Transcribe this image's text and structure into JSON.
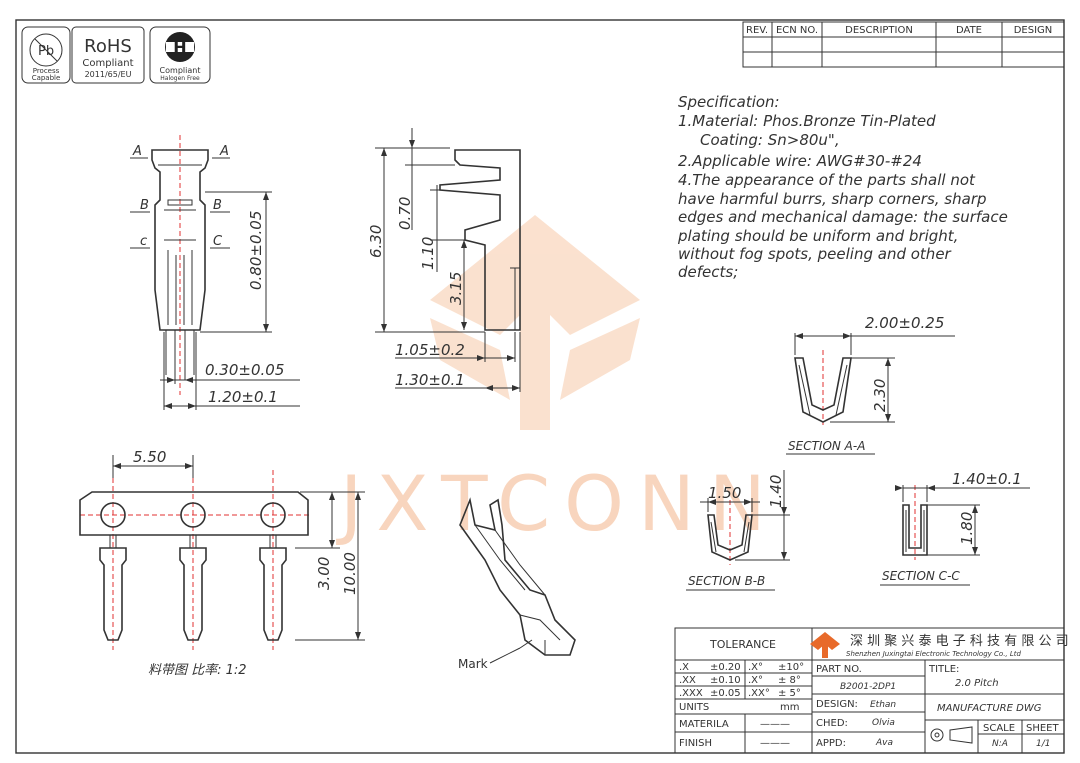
{
  "badges": {
    "pb": {
      "symbol": "Pb",
      "line1": "Process",
      "line2": "Capable"
    },
    "rohs": {
      "title": "RoHS",
      "line1": "Compliant",
      "line2": "2011/65/EU"
    },
    "halogen": {
      "symbol": "H",
      "line1": "Compliant",
      "line2": "Halogen Free"
    }
  },
  "revision_table": {
    "headers": [
      "REV.",
      "ECN NO.",
      "DESCRIPTION",
      "DATE",
      "DESIGN"
    ]
  },
  "watermark": "JXTCONN",
  "specification": {
    "heading": "Specification:",
    "lines": [
      "1.Material: Phos.Bronze Tin-Plated",
      "Coating: Sn>80u\",",
      "2.Applicable wire: AWG#30-#24",
      "4.The appearance of the parts shall not",
      "have harmful burrs, sharp corners, sharp",
      "edges and mechanical damage: the surface",
      "plating should be uniform and bright,",
      "without fog spots, peeling and other",
      "defects;"
    ]
  },
  "front_view": {
    "labels": [
      "A",
      "A",
      "B",
      "B",
      "c",
      "C"
    ],
    "dims": {
      "height": "0.80±0.05",
      "slot": "0.30±0.05",
      "width": "1.20±0.1"
    }
  },
  "side_view": {
    "dims": {
      "total": "6.30",
      "d1": "0.70",
      "d2": "1.10",
      "d3": "3.15",
      "w1": "1.05±0.2",
      "w2": "1.30±0.1"
    }
  },
  "sections": {
    "aa": {
      "label": "SECTION A-A",
      "width": "2.00±0.25",
      "height": "2.30"
    },
    "bb": {
      "label": "SECTION B-B",
      "width": "1.50",
      "height": "1.40"
    },
    "cc": {
      "label": "SECTION C-C",
      "width": "1.40±0.1",
      "height": "1.80"
    }
  },
  "strip": {
    "pitch": "5.50",
    "h1": "3.00",
    "h2": "10.00",
    "caption": "料带图  比率: 1:2"
  },
  "iso_view": {
    "mark": "Mark"
  },
  "title_block": {
    "tolerance": "TOLERANCE",
    "tol_rows": [
      [
        ".X",
        "±0.20",
        ".X°",
        "±10°"
      ],
      [
        ".XX",
        "±0.10",
        ".X°",
        "± 8°"
      ],
      [
        ".XXX",
        "±0.05",
        ".XX°",
        "± 5°"
      ]
    ],
    "units_label": "UNITS",
    "units_value": "mm",
    "material_label": "MATERILA",
    "material_value": "———",
    "finish_label": "FINISH",
    "finish_value": "———",
    "company_cn": "深 圳 聚 兴 泰 电 子 科 技 有 限 公 司",
    "company_en": "Shenzhen Juxingtai Electronic Technology Co., Ltd",
    "part_no_label": "PART NO.",
    "part_no": "B2001-2DP1",
    "title_label": "TITLE:",
    "title_value": "2.0 Pitch",
    "design_label": "DESIGN:",
    "design_value": "Ethan",
    "drawing_type": "MANUFACTURE DWG",
    "ched_label": "CHED:",
    "ched_value": "Olvia",
    "appd_label": "APPD:",
    "appd_value": "Ava",
    "scale_label": "SCALE",
    "scale_value": "N:A",
    "sheet_label": "SHEET",
    "sheet_value": "1/1"
  },
  "colors": {
    "centerline": "#e03030",
    "watermark": "#f7c9a8",
    "ink": "#333333"
  }
}
